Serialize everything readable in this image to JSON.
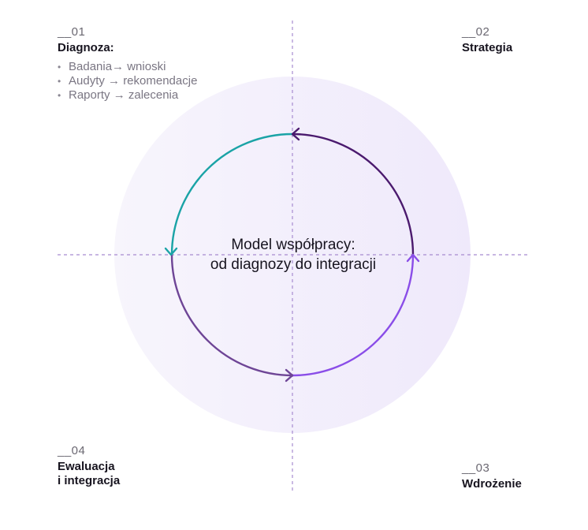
{
  "diagram": {
    "center": {
      "line1": "Model współpracy:",
      "line2": "od diagnozy do integracji"
    },
    "colors": {
      "background_circle": "#f2eefc",
      "arc_teal": "#1aa3a6",
      "arc_dark_purple": "#4b1a6e",
      "arc_light_purple": "#8a4de8",
      "arc_mid_purple": "#6e4596",
      "axis_dashes": "#a78bd0"
    },
    "quadrants": [
      {
        "number": "__01",
        "title": "Diagnoza:",
        "bullets": [
          "Badania→ wnioski",
          "Audyty → rekomendacje",
          "Raporty → zalecenia"
        ]
      },
      {
        "number": "__02",
        "title": "Strategia"
      },
      {
        "number": "__03",
        "title": "Wdrożenie"
      },
      {
        "number": "__04",
        "title_line1": "Ewaluacja",
        "title_line2": "i integracja"
      }
    ],
    "bullet_glyph": "•"
  }
}
